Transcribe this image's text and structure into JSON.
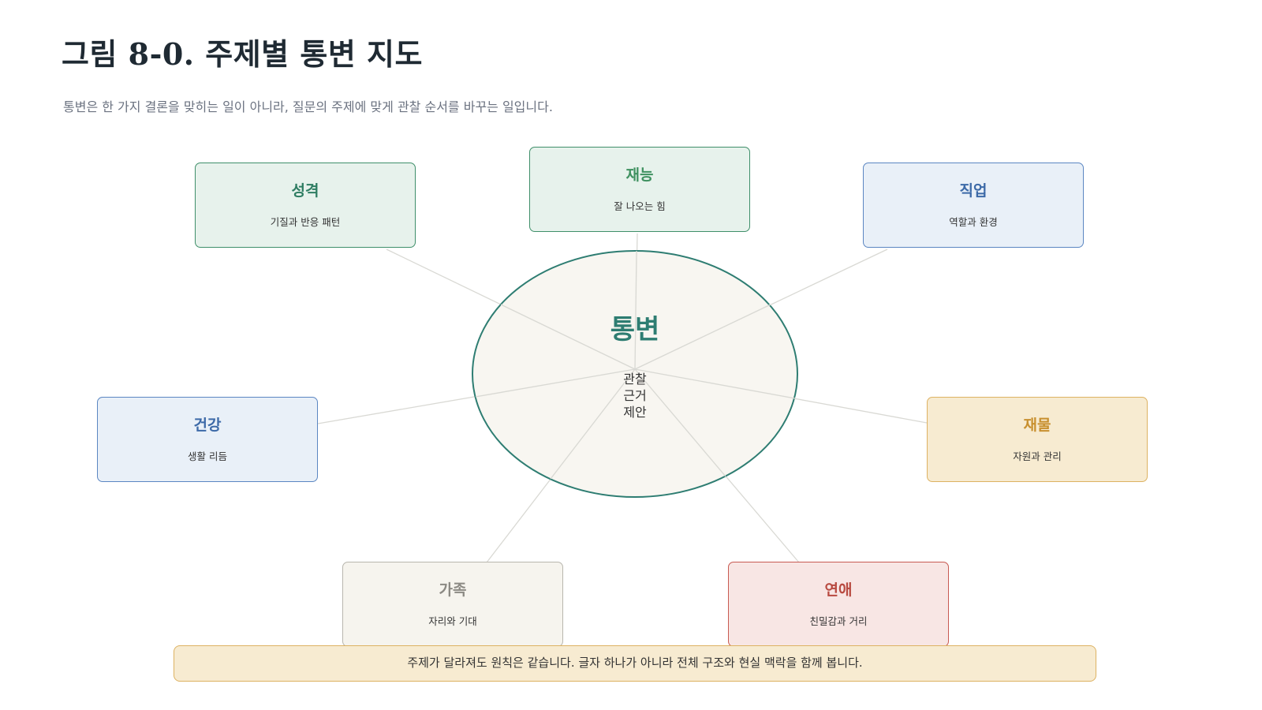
{
  "title": "그림 8-0. 주제별 통변 지도",
  "subtitle": "통변은 한 가지 결론을 맞히는 일이 아니라, 질문의 주제에 맞게 관찰 순서를 바꾸는 일입니다.",
  "center": {
    "title": "통변",
    "lines": [
      "관찰",
      "근거",
      "제안"
    ],
    "fill": "#f6f4ee",
    "border": "#2e7d72"
  },
  "nodes": [
    {
      "id": "personality",
      "label": "성격",
      "desc": "기질과 반응 패턴",
      "bg": "#e7f2ec",
      "border": "#3f8f6a",
      "color": "#2e7d62"
    },
    {
      "id": "talent",
      "label": "재능",
      "desc": "잘 나오는 힘",
      "bg": "#e7f2ec",
      "border": "#3f8f6a",
      "color": "#3f9160"
    },
    {
      "id": "career",
      "label": "직업",
      "desc": "역할과 환경",
      "bg": "#e9f0f8",
      "border": "#5b86c2",
      "color": "#3d6aa8"
    },
    {
      "id": "health",
      "label": "건강",
      "desc": "생활 리듬",
      "bg": "#e9f0f8",
      "border": "#5b86c2",
      "color": "#3d6aa8"
    },
    {
      "id": "wealth",
      "label": "재물",
      "desc": "자원과 관리",
      "bg": "#f7ebd1",
      "border": "#ddb262",
      "color": "#c8902f"
    },
    {
      "id": "family",
      "label": "가족",
      "desc": "자리와 기대",
      "bg": "#f6f4ee",
      "border": "#b8b6ae",
      "color": "#8c8a84"
    },
    {
      "id": "romance",
      "label": "연애",
      "desc": "친밀감과 거리",
      "bg": "#f8e6e4",
      "border": "#c85a52",
      "color": "#b84a40"
    }
  ],
  "banner": {
    "text": "주제가 달라져도 원칙은 같습니다. 글자 하나가 아니라 전체 구조와 현실 맥락을 함께 봅니다.",
    "bg": "#f7ebd1",
    "border": "#ddb262"
  }
}
